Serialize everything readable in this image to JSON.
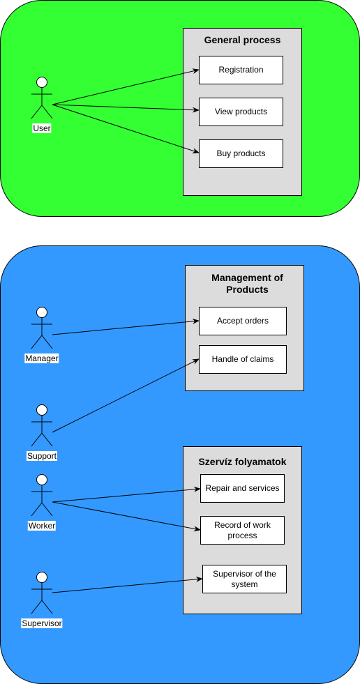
{
  "colors": {
    "green_region": "#33ff33",
    "blue_region": "#3399ff",
    "group_fill": "#dcdcdc"
  },
  "groups": {
    "general": {
      "title": "General process"
    },
    "management": {
      "title": "Management of Products"
    },
    "service": {
      "title": "Szervíz folyamatok"
    }
  },
  "usecases": {
    "registration": "Registration",
    "view_products": "View products",
    "buy_products": "Buy products",
    "accept_orders": "Accept orders",
    "handle_claims": "Handle of claims",
    "repair": "Repair and services",
    "record": "Record of work process",
    "supervisor_system": "Supervisor of the system"
  },
  "actors": {
    "user": "User",
    "manager": "Manager",
    "support": "Support",
    "worker": "Worker",
    "supervisor": "Supervisor"
  }
}
